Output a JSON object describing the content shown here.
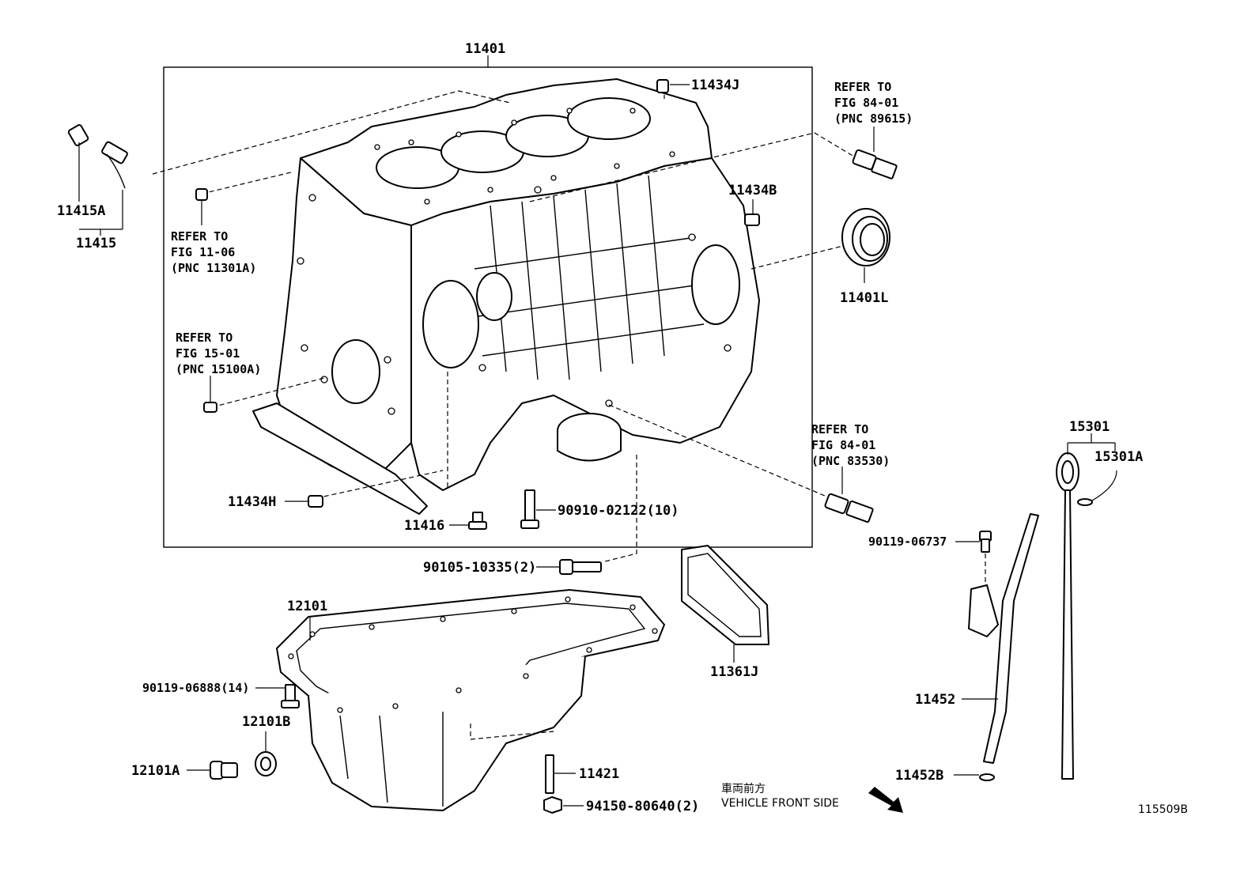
{
  "labels": {
    "block_assembly": "11401",
    "pin_top": "11434J",
    "pin_right": "11434B",
    "rear_seal": "11401L",
    "pin_lower": "11434H",
    "bolt_small": "11416",
    "bolt_long": "90910-02122(10)",
    "bolt_pan_stud": "90105-10335(2)",
    "knock_sensor_a": "11415A",
    "knock_sensor": "11415",
    "oil_pan": "12101",
    "pan_bolt": "90119-06888(14)",
    "drain_gasket": "12101B",
    "drain_plug": "12101A",
    "baffle": "11361J",
    "stud": "11421",
    "nut": "94150-80640(2)",
    "guide_bolt": "90119-06737",
    "dipstick_guide": "11452",
    "guide_oring": "11452B",
    "dipstick": "15301",
    "dipstick_oring": "15301A",
    "figure_code": "115509B"
  },
  "refs": {
    "ref1": [
      "REFER TO",
      "FIG 11-06",
      "(PNC 11301A)"
    ],
    "ref2": [
      "REFER TO",
      "FIG 15-01",
      "(PNC 15100A)"
    ],
    "ref3": [
      "REFER TO",
      "FIG 84-01",
      "(PNC 89615)"
    ],
    "ref4": [
      "REFER TO",
      "FIG 84-01",
      "(PNC 83530)"
    ]
  },
  "direction": {
    "jp": "車両前方",
    "en": "VEHICLE FRONT SIDE"
  }
}
